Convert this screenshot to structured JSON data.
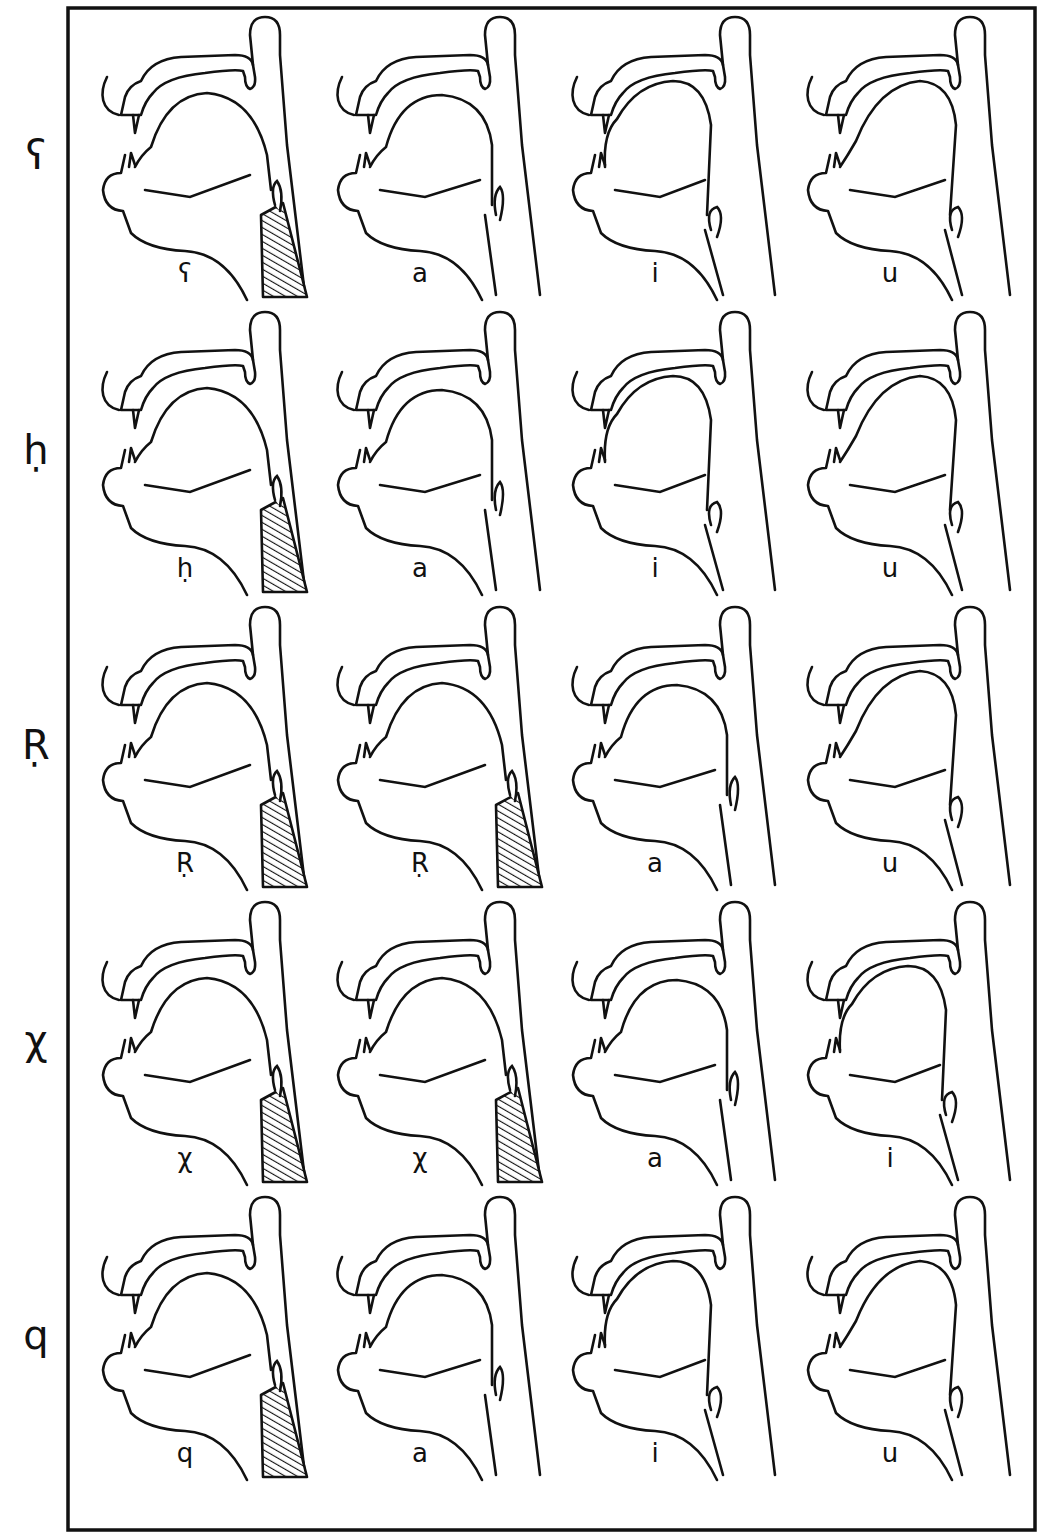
{
  "diagram": {
    "labels": [
      "ʕ",
      "ʕ",
      "a",
      "i",
      "u",
      "ḥ",
      "ḥ",
      "a",
      "i",
      "u",
      "Ṛ",
      "Ṛ",
      "Ṛ",
      "a",
      "u",
      "χ",
      "χ",
      "χ",
      "a",
      "i",
      "q",
      "q",
      "a",
      "i",
      "u"
    ]
  }
}
